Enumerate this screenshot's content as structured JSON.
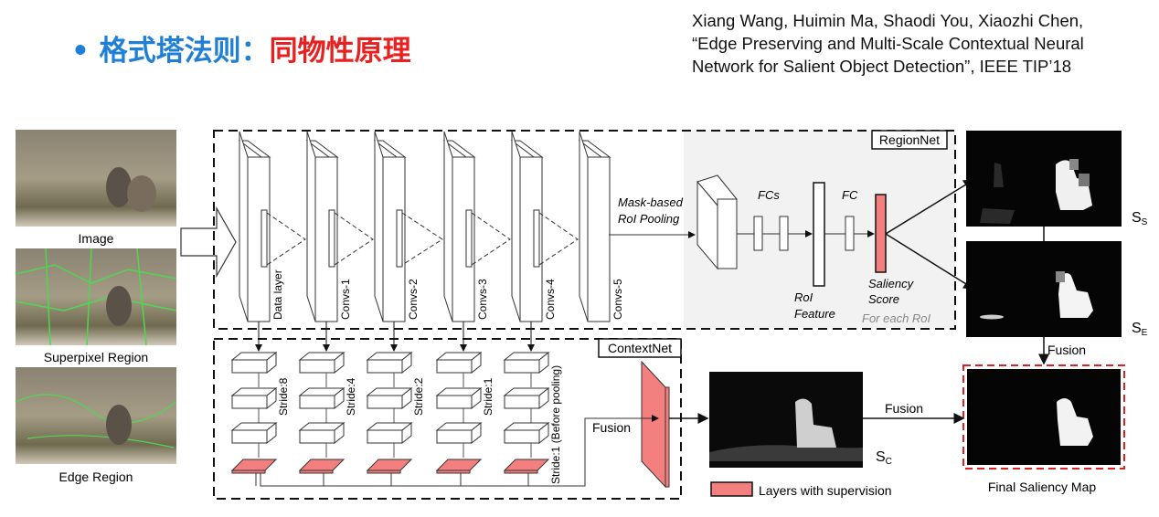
{
  "slide": {
    "bullet": "•",
    "title_blue": "格式塔法则：",
    "title_red": "同物性原理",
    "citation": "Xiang Wang, Huimin Ma, Shaodi You, Xiaozhi Chen, “Edge Preserving and Multi-Scale Contextual Neural Network for Salient Object Detection”, IEEE TIP’18",
    "colors": {
      "title_blue": "#1f7fd6",
      "title_red": "#e8201f",
      "supervision": "#f47f7f",
      "final_box": "#e02020"
    }
  },
  "inputs": [
    {
      "label": "Image"
    },
    {
      "label": "Superpixel Region"
    },
    {
      "label": "Edge Region"
    }
  ],
  "regionnet": {
    "label": "RegionNet",
    "layers": [
      "Data layer",
      "Convs-1",
      "Convs-2",
      "Convs-3",
      "Convs-4",
      "Convs-5"
    ],
    "pooling": [
      "Mask-based",
      "RoI Pooling"
    ],
    "fcs": "FCs",
    "fc": "FC",
    "roi_feature": [
      "RoI",
      "Feature"
    ],
    "saliency_score": [
      "Saliency",
      "Score"
    ],
    "for_each": "For each RoI"
  },
  "contextnet": {
    "label": "ContextNet",
    "strides": [
      "Stride:8",
      "Stride:4",
      "Stride:2",
      "Stride:1",
      "Stride:1 (Before pooling)"
    ],
    "fusion": "Fusion"
  },
  "outputs": {
    "s_s": {
      "main": "S",
      "sub": "S"
    },
    "s_e": {
      "main": "S",
      "sub": "E"
    },
    "s_c": {
      "main": "S",
      "sub": "C"
    },
    "fusion_right": "Fusion",
    "fusion_bottom": "Fusion",
    "final": "Final Saliency Map",
    "legend": "Layers with supervision"
  }
}
